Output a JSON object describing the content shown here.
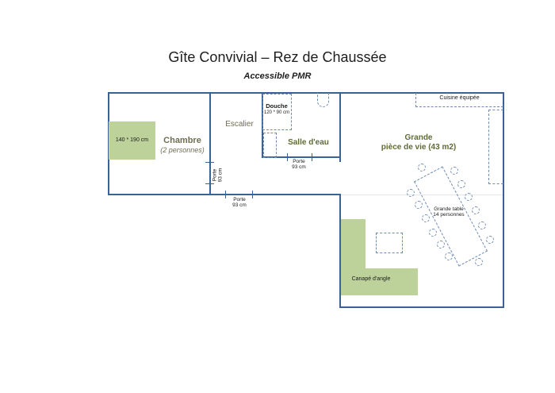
{
  "title": {
    "main": "Gîte Convivial – Rez de Chaussée",
    "subtitle": "Accessible PMR"
  },
  "colors": {
    "wall": "#3b6294",
    "dashed_fixture": "#6f8cb0",
    "furniture_green": "#bdd29b",
    "room_label_olive": "#5f6b33",
    "muted_label": "#6e6e52"
  },
  "rooms": {
    "chambre": {
      "label": "Chambre",
      "capacity": "(2 personnes)"
    },
    "escalier": {
      "label": "Escalier"
    },
    "salle_deau": {
      "label": "Salle d'eau"
    },
    "douche": {
      "label": "Douche",
      "dimensions": "120 * 90 cm"
    },
    "grande_piece": {
      "label_line1": "Grande",
      "label_line2": "pièce de vie (43 m2)"
    },
    "cuisine": {
      "label": "Cuisine équipée"
    }
  },
  "furniture": {
    "bed": {
      "dimensions": "140 * 190 cm"
    },
    "sofa": {
      "label": "Canapé d'angle"
    },
    "table": {
      "label_line1": "Grande table",
      "label_line2": "14 personnes"
    }
  },
  "doors": [
    {
      "id": "porte-chambre",
      "label": "Porte",
      "width": "93 cm"
    },
    {
      "id": "porte-couloir",
      "label": "Porte",
      "width": "93 cm"
    },
    {
      "id": "porte-salle-deau",
      "label": "Porte",
      "width": "93 cm"
    }
  ]
}
